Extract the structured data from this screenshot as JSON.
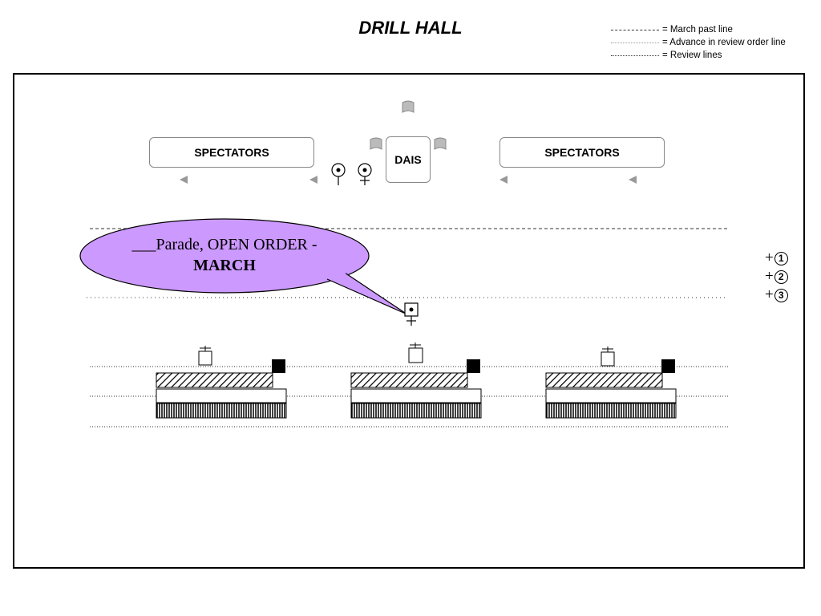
{
  "title": "DRILL HALL",
  "legend": [
    {
      "style": "dashed",
      "label": "= March past line"
    },
    {
      "style": "sparse-dotted",
      "label": "= Advance in review order line"
    },
    {
      "style": "dense-dotted",
      "label": "= Review lines"
    }
  ],
  "spectators_left": "SPECTATORS",
  "spectators_right": "SPECTATORS",
  "dais": "DAIS",
  "bubble": {
    "prefix": "___Parade, OPEN ORDER - ",
    "command": "MARCH",
    "fill": "#cc99ff"
  },
  "ranks": [
    {
      "sign": "+",
      "num": "1"
    },
    {
      "sign": "+",
      "num": "2"
    },
    {
      "sign": "+",
      "num": "3"
    }
  ],
  "colors": {
    "hatch": "#000000",
    "flag": "#bbbbbb",
    "marker": "#999999"
  }
}
